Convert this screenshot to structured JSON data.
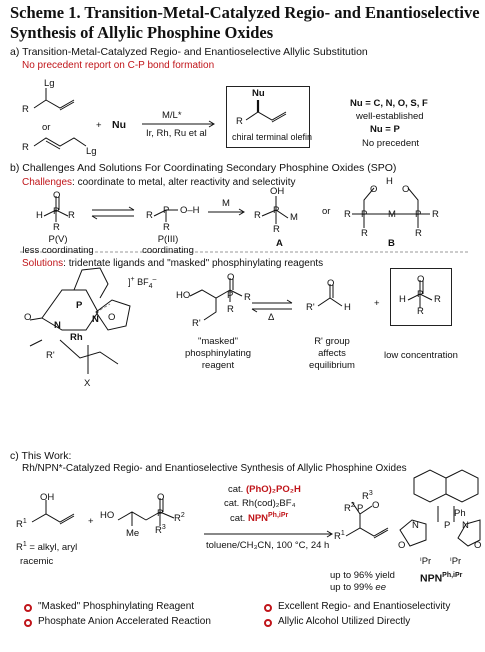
{
  "title": "Scheme 1. Transition-Metal-Catalyzed Regio- and Enantioselective Synthesis of Allylic Phosphine Oxides",
  "section_a": {
    "heading": "a) Transition-Metal-Catalyzed Regio- and Enantioselective Allylic Substitution",
    "note": "No precedent report on C-P bond formation",
    "lg_top": "Lg",
    "r_top": "R",
    "or": "or",
    "r_bottom": "R",
    "lg_bottom": "Lg",
    "plus": "+",
    "nu_reagent": "Nu",
    "arrow_top": "M/L*",
    "arrow_bottom": "Ir, Rh, Ru et al",
    "product_nu": "Nu",
    "product_r": "R",
    "product_label": "chiral terminal olefin",
    "nu_list": "Nu = C, N, O, S, F",
    "well_established": "well-established",
    "nu_p": "Nu = P",
    "no_precedent": "No precedent"
  },
  "section_b": {
    "heading": "b) Challenges And Solutions For Coordinating Secondary Phosphine Oxides (SPO)",
    "challenges_label": "Challenges",
    "challenges_text": ": coordinate to metal, alter reactivity and selectivity",
    "pv_label": "P(V)",
    "pv_desc": "less coordinating",
    "piii_label": "P(III)",
    "piii_desc": "coordinating",
    "arrow_m": "M",
    "compound_a": "A",
    "or": "or",
    "compound_b": "B",
    "solutions_label": "Solutions",
    "solutions_text": ": tridentate ligands and \"masked\" phosphinylating reagents",
    "bf4": "BF",
    "masked_label": "\"masked\"",
    "masked_desc1": "phosphinylating",
    "masked_desc2": "reagent",
    "delta": "Δ",
    "rgroup_label": "R' group",
    "rgroup_desc1": "affects",
    "rgroup_desc2": "equilibrium",
    "low_conc": "low concentration",
    "plus": "+"
  },
  "section_c": {
    "heading": "c) This Work:",
    "subheading": "Rh/NPN*-Catalyzed Regio- and Enantioselective Synthesis of Allylic Phosphine Oxides",
    "r1_def": "= alkyl, aryl",
    "racemic": "racemic",
    "cat1_prefix": "cat.",
    "cat1_red": "(PhO)₂PO₂H",
    "cat2": "cat. Rh(cod)₂BF₄",
    "cat3_prefix": "cat.",
    "cat3_red": "NPN",
    "cat3_sup": "Ph,iPr",
    "conditions": "toluene/CH₃CN, 100 °C, 24 h",
    "yield": "up to 96% yield",
    "ee_prefix": "up to 99% ",
    "ee_italic": "ee",
    "ligand_name": "NPN",
    "ligand_sup": "Ph,iPr",
    "ipr_left": "ⁱPr",
    "ipr_right": "ⁱPr",
    "ph": "Ph",
    "me": "Me",
    "ho": "HO",
    "oh": "OH",
    "plus": "+"
  },
  "features": [
    "\"Masked\" Phosphinylating Reagent",
    "Excellent Regio- and Enantioselectivity",
    "Phosphate Anion Accelerated Reaction",
    "Allylic Alcohol Utilized Directly"
  ],
  "colors": {
    "red": "#c0151a",
    "blue": "#1f4fb8",
    "black": "#111111"
  }
}
